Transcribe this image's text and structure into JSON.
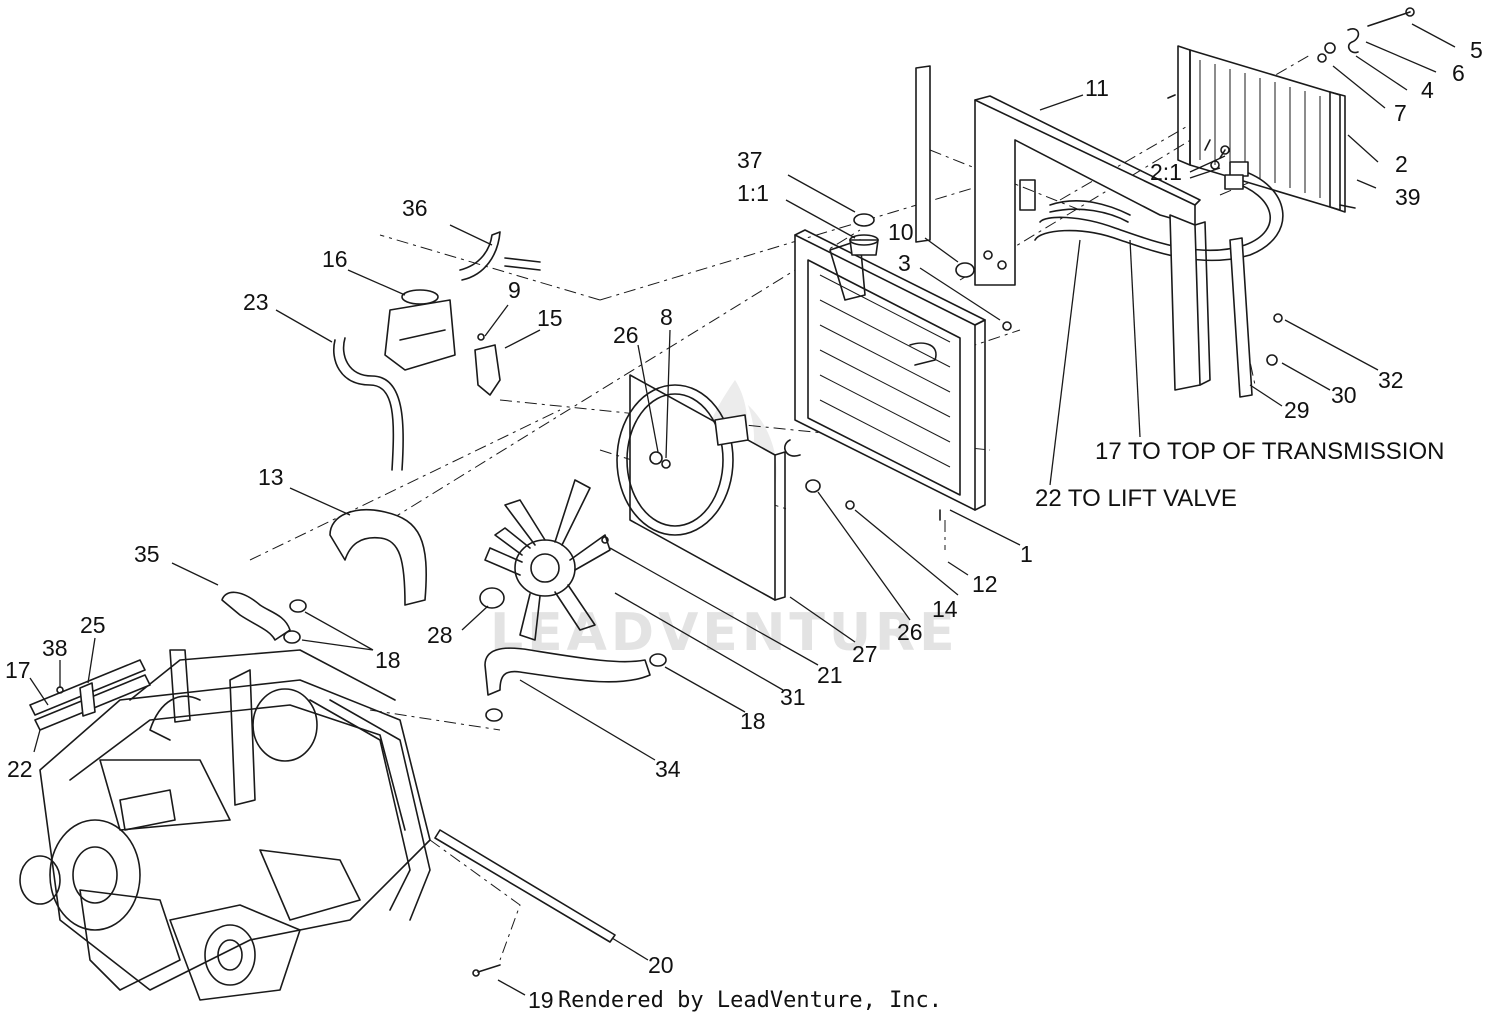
{
  "watermark": "LEADVENTURE",
  "footer": "Rendered by LeadVenture, Inc.",
  "notes": {
    "transmission": "17 TO TOP OF TRANSMISSION",
    "lift_valve": "22 TO LIFT VALVE"
  },
  "callouts": {
    "c5": "5",
    "c6": "6",
    "c4": "4",
    "c7": "7",
    "c2": "2",
    "c39": "39",
    "c2_1": "2:1",
    "c11": "11",
    "c37": "37",
    "c1_1": "1:1",
    "c10": "10",
    "c3": "3",
    "c36": "36",
    "c16": "16",
    "c9": "9",
    "c15": "15",
    "c23": "23",
    "c26a": "26",
    "c8": "8",
    "c32": "32",
    "c30": "30",
    "c29": "29",
    "c13": "13",
    "c1": "1",
    "c12": "12",
    "c14": "14",
    "c26b": "26",
    "c35": "35",
    "c28": "28",
    "c21": "21",
    "c27": "27",
    "c31": "31",
    "c18a": "18",
    "c18b": "18",
    "c25": "25",
    "c38": "38",
    "c17": "17",
    "c22": "22",
    "c34": "34",
    "c20": "20",
    "c19": "19"
  }
}
